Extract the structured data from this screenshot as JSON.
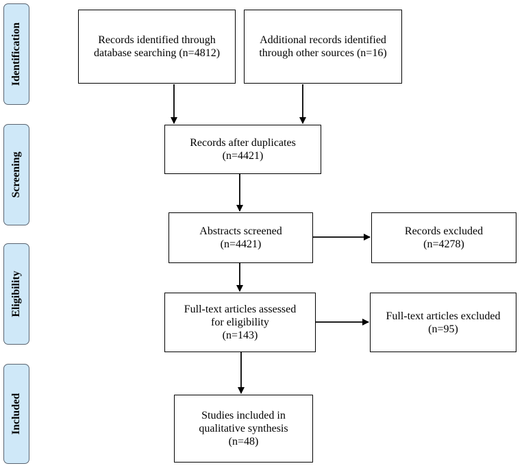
{
  "phases": {
    "identification": "Identification",
    "screening": "Screening",
    "eligibility": "Eligibility",
    "included": "Included"
  },
  "boxes": {
    "database_records": "Records identified through\ndatabase searching (n=4812)",
    "other_records": "Additional records identified\nthrough other sources (n=16)",
    "after_duplicates": "Records after duplicates\n(n=4421)",
    "abstracts_screened": "Abstracts screened\n(n=4421)",
    "records_excluded": "Records excluded\n(n=4278)",
    "fulltext_assessed": "Full-text articles assessed\nfor eligibility\n(n=143)",
    "fulltext_excluded": "Full-text articles excluded\n(n=95)",
    "studies_included": "Studies included in\nqualitative synthesis\n(n=48)"
  },
  "colors": {
    "phase_fill": "#cfe8f8",
    "phase_border": "#5a6470",
    "line": "#000000"
  }
}
